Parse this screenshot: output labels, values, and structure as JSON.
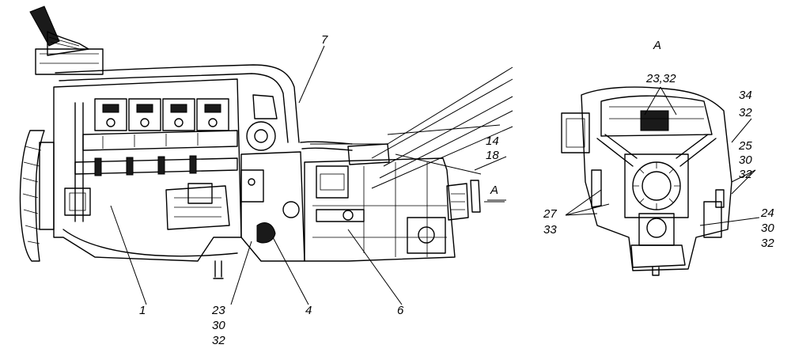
{
  "drawing": {
    "view_label": "A",
    "section_marker": "A",
    "callouts": {
      "c1": "1",
      "c4": "4",
      "c6": "6",
      "c7": "7",
      "c14": "14",
      "c18": "18",
      "c23_30_32": [
        "23",
        "30",
        "32"
      ],
      "c23_32": "23,32",
      "c34_32": [
        "34",
        "32"
      ],
      "c25_30_32": [
        "25",
        "30",
        "32"
      ],
      "c27_33": [
        "27",
        "33"
      ],
      "c24_30_32": [
        "24",
        "30",
        "32"
      ]
    }
  }
}
